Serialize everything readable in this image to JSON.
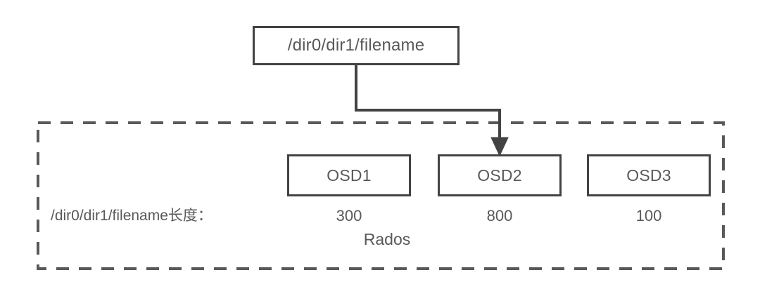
{
  "diagram": {
    "title_node": {
      "label": "/dir0/dir1/filename"
    },
    "cluster": {
      "name": "Rados",
      "length_label": "/dir0/dir1/filename长度：",
      "nodes": [
        {
          "label": "OSD1",
          "size": "300"
        },
        {
          "label": "OSD2",
          "size": "800"
        },
        {
          "label": "OSD3",
          "size": "100"
        }
      ]
    },
    "connector": {
      "from": "/dir0/dir1/filename",
      "to": "OSD2",
      "arrow": "down-arrow-icon"
    },
    "colors": {
      "stroke": "#434343",
      "text": "#595959",
      "background": "#ffffff",
      "dashed_border": "#595959"
    }
  }
}
